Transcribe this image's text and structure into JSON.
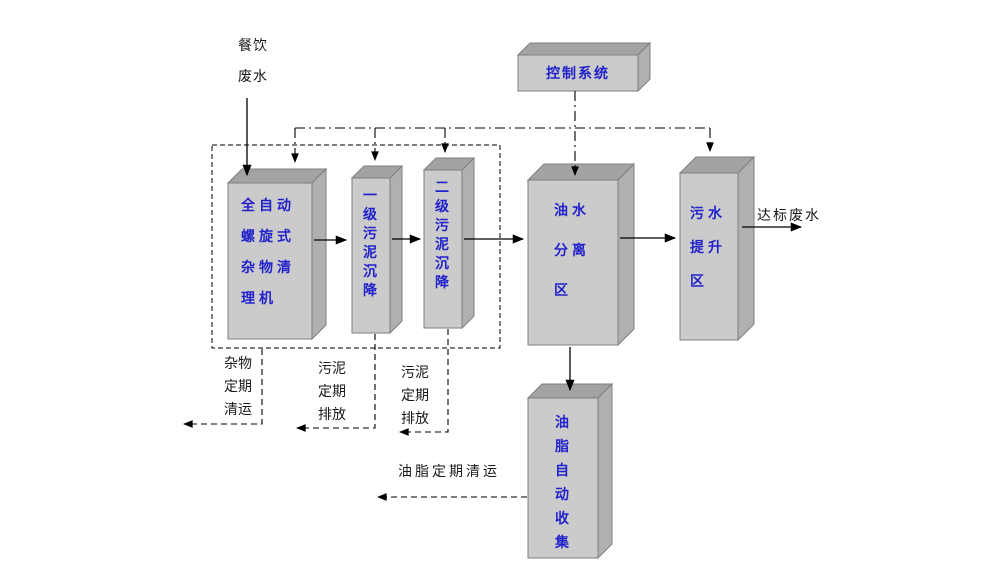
{
  "diagram": {
    "input_label": "餐饮废水",
    "control_label": "控制系统",
    "boxes": {
      "screw_machine": "全自动螺旋式杂物清理机",
      "sludge_1": "一级污泥沉降",
      "sludge_2": "二级污泥沉降",
      "oil_water": "油水分离区",
      "sewage_lift": "污水提升区",
      "grease_collect": "油脂自动收集"
    },
    "output_label": "达标废水",
    "discharge_labels": {
      "debris": "杂物定期清运",
      "sludge_1": "污泥定期排放",
      "sludge_2": "污泥定期排放",
      "grease": "油脂定期清运"
    },
    "colors": {
      "box_front": "#cbcbcb",
      "box_top": "#a3a3a3",
      "box_side": "#b0b0b0",
      "label_blue": "#2222cc",
      "line_black": "#000000",
      "background": "#ffffff"
    }
  }
}
